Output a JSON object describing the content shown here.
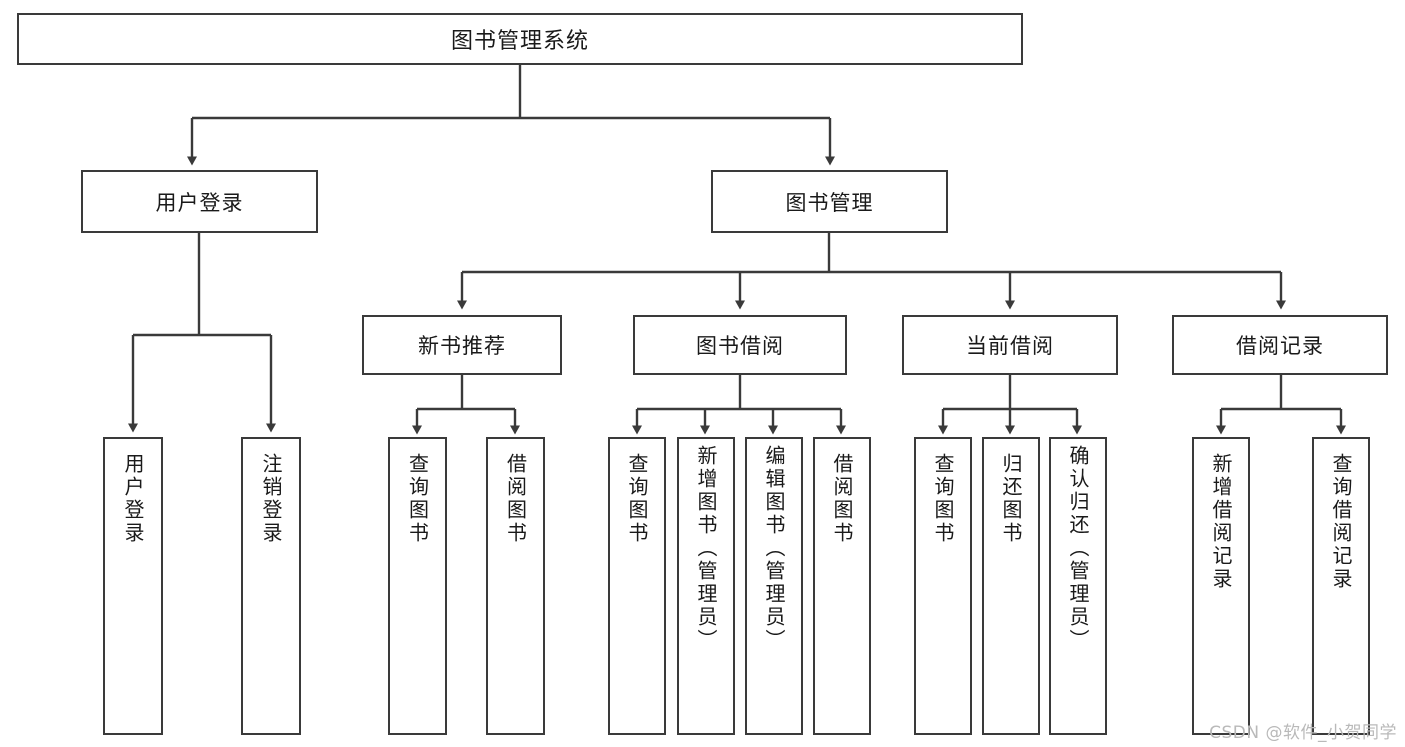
{
  "diagram": {
    "title": "图书管理系统",
    "type": "tree-hierarchy",
    "orientation": "top-down",
    "colors": {
      "box_border": "#3a3a3a",
      "box_fill": "#ffffff",
      "connector": "#3a3a3a",
      "text": "#1a1a1a",
      "watermark": "#b9b9b9",
      "background": "#ffffff"
    },
    "root": {
      "label": "图书管理系统"
    },
    "level2": [
      {
        "id": "user-login",
        "label": "用户登录"
      },
      {
        "id": "book-manage",
        "label": "图书管理"
      }
    ],
    "level3": [
      {
        "id": "new-book-recommend",
        "label": "新书推荐",
        "parent": "book-manage"
      },
      {
        "id": "book-borrow",
        "label": "图书借阅",
        "parent": "book-manage"
      },
      {
        "id": "current-borrow",
        "label": "当前借阅",
        "parent": "book-manage"
      },
      {
        "id": "borrow-record",
        "label": "借阅记录",
        "parent": "book-manage"
      }
    ],
    "leaves": {
      "user-login": [
        {
          "id": "leaf-user-login",
          "label": "用户登录"
        },
        {
          "id": "leaf-user-logout",
          "label": "注销登录"
        }
      ],
      "new-book-recommend": [
        {
          "id": "leaf-query-book-1",
          "label": "查询图书"
        },
        {
          "id": "leaf-borrow-book-1",
          "label": "借阅图书"
        }
      ],
      "book-borrow": [
        {
          "id": "leaf-query-book-2",
          "label": "查询图书"
        },
        {
          "id": "leaf-add-book",
          "label": "新增图书（管理员）"
        },
        {
          "id": "leaf-edit-book",
          "label": "编辑图书（管理员）"
        },
        {
          "id": "leaf-borrow-book-2",
          "label": "借阅图书"
        }
      ],
      "current-borrow": [
        {
          "id": "leaf-query-book-3",
          "label": "查询图书"
        },
        {
          "id": "leaf-return-book",
          "label": "归还图书"
        },
        {
          "id": "leaf-confirm-return",
          "label": "确认归还（管理员）"
        }
      ],
      "borrow-record": [
        {
          "id": "leaf-add-record",
          "label": "新增借阅记录"
        },
        {
          "id": "leaf-query-record",
          "label": "查询借阅记录"
        }
      ]
    },
    "watermark": "CSDN @软件_小贺同学"
  }
}
